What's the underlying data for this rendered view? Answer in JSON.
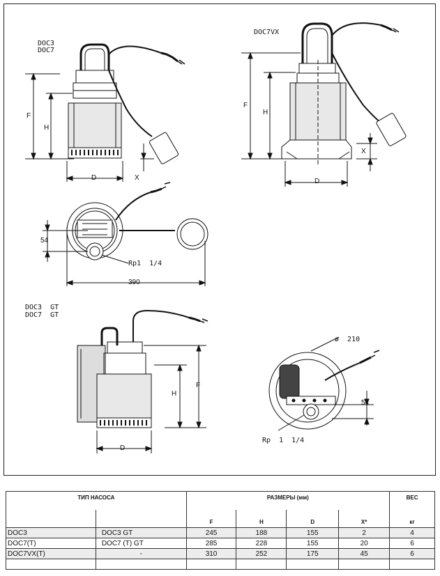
{
  "drawing": {
    "top_left_models": [
      "DOC3",
      "DOC7"
    ],
    "top_right_model": "DOC7VX",
    "gt_models": [
      "DOC3  GT",
      "DOC7  GT"
    ],
    "dims": {
      "F": "F",
      "H": "H",
      "D": "D",
      "X": "X",
      "width_390": "390",
      "offset_54": "54",
      "thread": "Rp1  1/4",
      "thread_gt": "Rp  1  1/4",
      "diameter": "ø  210"
    }
  },
  "table": {
    "header_type": "ТИП НАСОСА",
    "header_dims": "РАЗМЕРЫ (мм)",
    "header_weight": "ВЕС",
    "col_F": "F",
    "col_H": "H",
    "col_D": "D",
    "col_X": "X*",
    "col_kg": "кг",
    "rows": [
      {
        "model": "DOC3",
        "gt": "DOC3 GT",
        "F": "245",
        "H": "188",
        "D": "155",
        "X": "2",
        "kg": "4"
      },
      {
        "model": "DOC7(T)",
        "gt": "DOC7 (T) GT",
        "F": "285",
        "H": "228",
        "D": "155",
        "X": "20",
        "kg": "6"
      },
      {
        "model": "DOC7VX(T)",
        "gt": "-",
        "F": "310",
        "H": "252",
        "D": "175",
        "X": "45",
        "kg": "6"
      }
    ]
  }
}
